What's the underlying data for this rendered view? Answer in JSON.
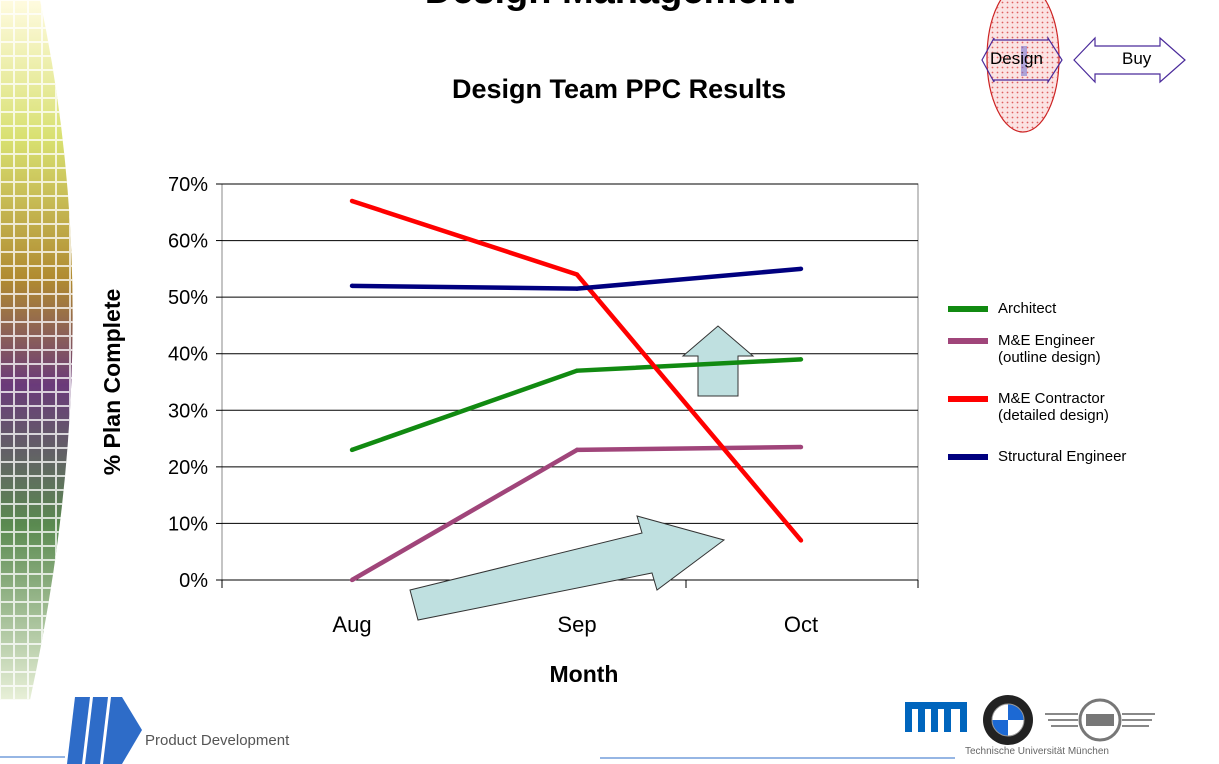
{
  "page": {
    "top_heading": "Design Management",
    "nav": {
      "design_label": "Design",
      "buy_label": "Buy"
    },
    "footer": {
      "left_text": "Product Development",
      "right_text": "Technische Universität München"
    },
    "colors": {
      "accent_blue": "#2e6cc8",
      "arrow_fill": "#bfe0e0",
      "tum_blue": "#0065bd"
    }
  },
  "chart_data": {
    "type": "line",
    "title": "Design Team PPC Results",
    "xlabel": "Month",
    "ylabel": "% Plan Complete",
    "categories": [
      "Aug",
      "Sep",
      "Oct"
    ],
    "ylim": [
      0,
      70
    ],
    "yticks": [
      "0%",
      "10%",
      "20%",
      "30%",
      "40%",
      "50%",
      "60%",
      "70%"
    ],
    "grid": true,
    "legend_position": "right",
    "series": [
      {
        "name": "Architect",
        "color": "#118a11",
        "values": [
          23,
          37,
          39
        ]
      },
      {
        "name": "M&E Engineer\n(outline design)",
        "color": "#a0457a",
        "values": [
          0,
          23,
          23.5
        ]
      },
      {
        "name": "M&E Contractor\n(detailed design)",
        "color": "#ff0000",
        "values": [
          67,
          54,
          7
        ]
      },
      {
        "name": "Structural Engineer",
        "color": "#00007f",
        "values": [
          52,
          51.5,
          55
        ]
      }
    ]
  }
}
